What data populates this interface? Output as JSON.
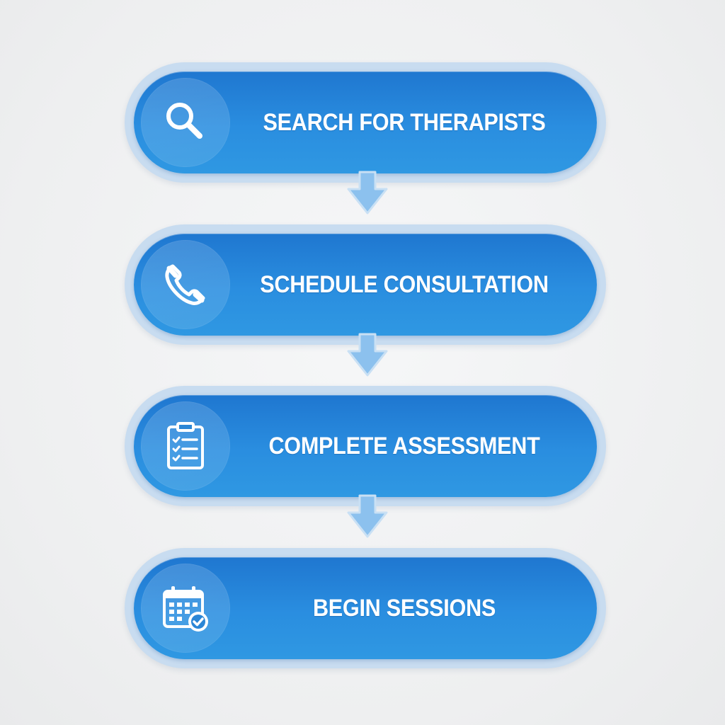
{
  "steps": [
    {
      "label": "SEARCH FOR THERAPISTS",
      "icon": "magnifying-glass-icon"
    },
    {
      "label": "SCHEDULE CONSULTATION",
      "icon": "phone-icon"
    },
    {
      "label": "COMPLETE ASSESSMENT",
      "icon": "clipboard-checklist-icon"
    },
    {
      "label": "BEGIN SESSIONS",
      "icon": "calendar-check-icon"
    }
  ],
  "colors": {
    "pill_top": "#1f77d0",
    "pill_bottom": "#2f98e2",
    "pill_border": "#c8dcf0",
    "arrow_fill": "#8cc1ee",
    "arrow_stroke": "#c9e0f4",
    "background": "#eeeff0"
  }
}
